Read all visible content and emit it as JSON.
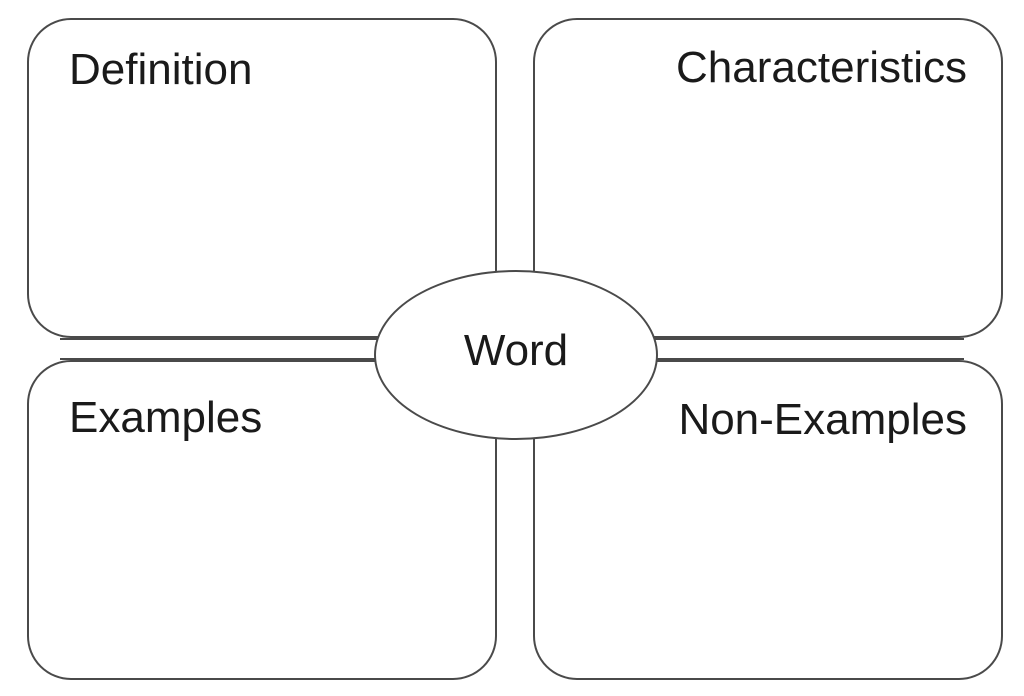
{
  "diagram": {
    "center": {
      "label": "Word"
    },
    "quadrants": {
      "top_left": {
        "label": "Definition"
      },
      "top_right": {
        "label": "Characteristics"
      },
      "bottom_left": {
        "label": "Examples"
      },
      "bottom_right": {
        "label": "Non-Examples"
      }
    }
  }
}
